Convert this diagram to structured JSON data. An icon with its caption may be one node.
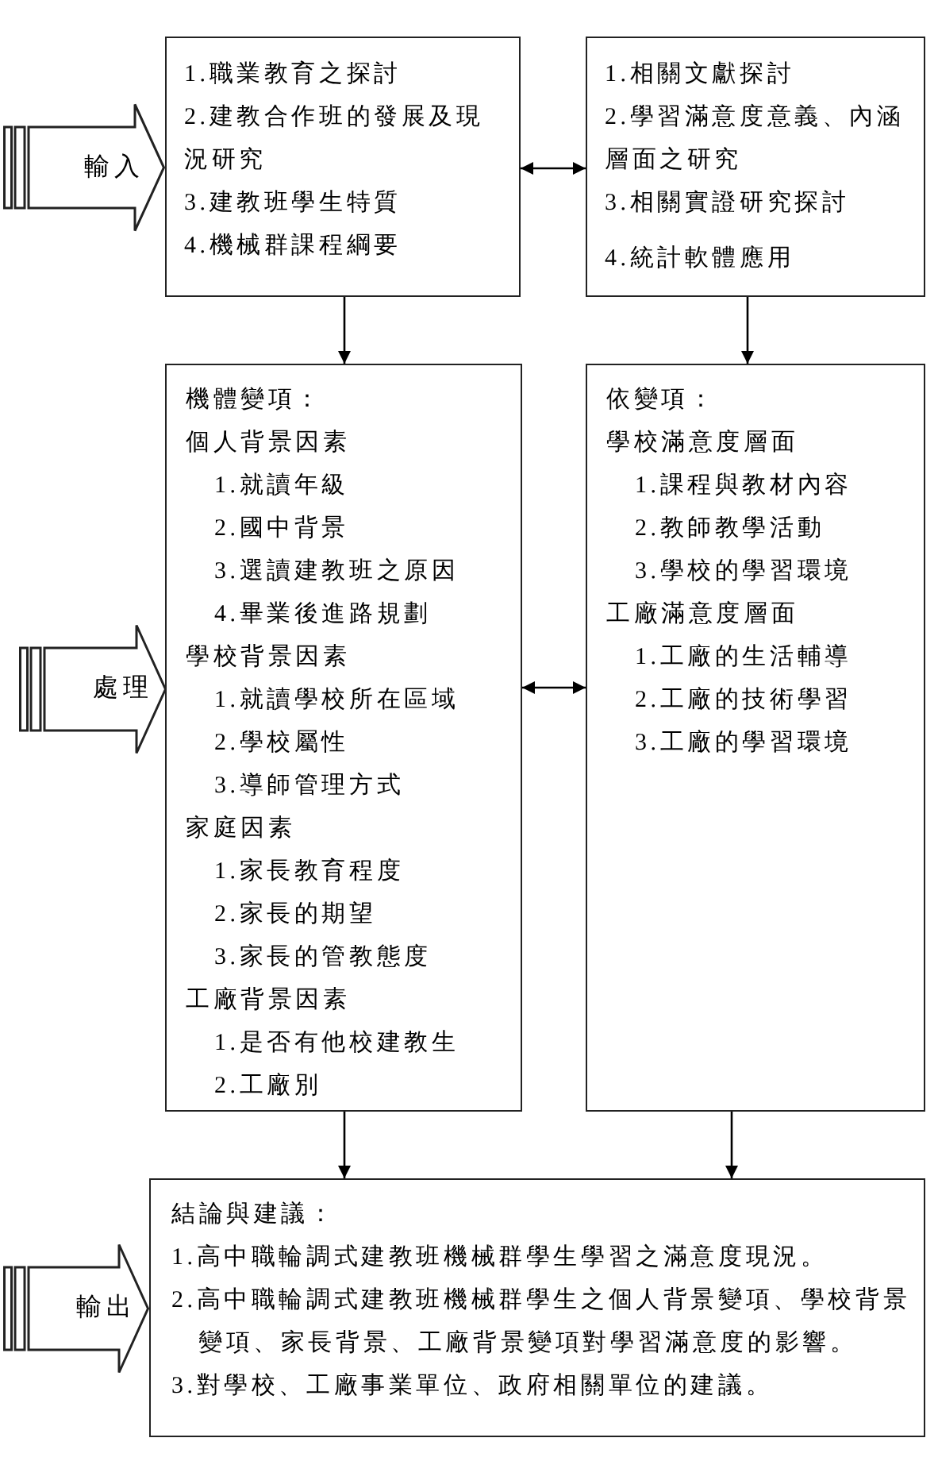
{
  "diagram": {
    "nodes": [
      {
        "text": [
          "輸入"
        ]
      },
      {
        "text": [
          "1.職業教育之探討",
          "2.建教合作班的發展及現況研究",
          "3.建教班學生特質",
          "4.機械群課程綱要"
        ]
      },
      {
        "text": [
          "1.相關文獻探討",
          "2.學習滿意度意義、內涵層面之研究",
          "3.相關實證研究探討",
          "4.統計軟體應用"
        ]
      },
      {
        "text": [
          "處理"
        ]
      },
      {
        "text": [
          "機體變項：",
          "個人背景因素",
          "1.就讀年級",
          "2.國中背景",
          "3.選讀建教班之原因",
          "4.畢業後進路規劃",
          "學校背景因素",
          "1.就讀學校所在區域",
          "2.學校屬性",
          "3.導師管理方式",
          "家庭因素",
          "1.家長教育程度",
          "2.家長的期望",
          "3.家長的管教態度",
          "工廠背景因素",
          "1.是否有他校建教生",
          "2.工廠別"
        ]
      },
      {
        "text": [
          "依變項：",
          "學校滿意度層面",
          "1.課程與教材內容",
          "2.教師教學活動",
          "3.學校的學習環境",
          "工廠滿意度層面",
          "1.工廠的生活輔導",
          "2.工廠的技術學習",
          "3.工廠的學習環境"
        ]
      },
      {
        "text": [
          "輸出"
        ]
      },
      {
        "text": [
          "結論與建議：",
          "1.高中職輪調式建教班機械群學生學習之滿意度現況。",
          "2.高中職輪調式建教班機械群學生之個人背景變項、學校背景變項、家長背景、工廠背景變項對學習滿意度的影響。",
          "3.對學校、工廠事業單位、政府相關單位的建議。"
        ]
      }
    ],
    "edges": [
      {
        "from": 1,
        "to": 2,
        "arrow": "both"
      },
      {
        "from": 1,
        "to": 4,
        "arrow": "to"
      },
      {
        "from": 2,
        "to": 5,
        "arrow": "to"
      },
      {
        "from": 4,
        "to": 5,
        "arrow": "both"
      },
      {
        "from": 4,
        "to": 7,
        "arrow": "to"
      },
      {
        "from": 5,
        "to": 7,
        "arrow": "to"
      }
    ]
  }
}
